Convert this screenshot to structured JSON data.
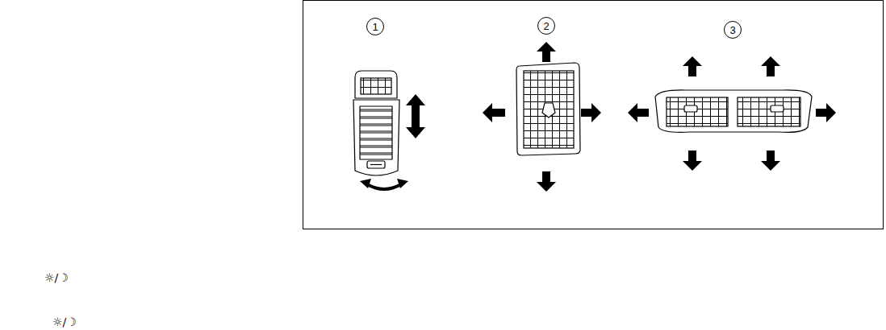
{
  "diagram": {
    "nodes": [
      {
        "text": [
          "1"
        ]
      },
      {
        "text": [
          "2"
        ]
      },
      {
        "text": [
          "3"
        ]
      }
    ],
    "labels": [
      "☼/☽",
      "☼/☽"
    ]
  }
}
